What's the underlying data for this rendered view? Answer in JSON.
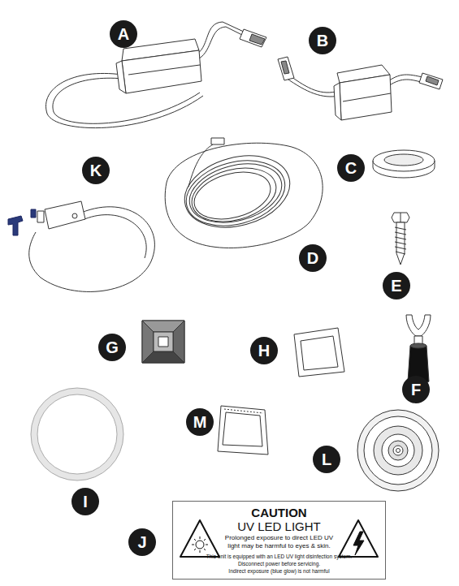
{
  "diagram": {
    "nodes": [
      {
        "text": [
          "A"
        ]
      },
      {
        "text": [
          "B"
        ]
      },
      {
        "text": [
          "K"
        ]
      },
      {
        "text": [
          "C"
        ]
      },
      {
        "text": [
          "D"
        ]
      },
      {
        "text": [
          "E"
        ]
      },
      {
        "text": [
          "G"
        ]
      },
      {
        "text": [
          "H"
        ]
      },
      {
        "text": [
          "F"
        ]
      },
      {
        "text": [
          "M"
        ]
      },
      {
        "text": [
          "L"
        ]
      },
      {
        "text": [
          "I"
        ]
      },
      {
        "text": [
          "J"
        ]
      },
      {
        "text": [
          "CAUTION",
          "UV LED LIGHT",
          "Prolonged exposure to direct LED UV light may be harmful to eyes & skin.",
          "This unit is equipped with an LED UV light disinfection system.",
          "Disconnect power before servicing.",
          "Indirect exposure (blue glow) is not harmful"
        ]
      }
    ]
  }
}
